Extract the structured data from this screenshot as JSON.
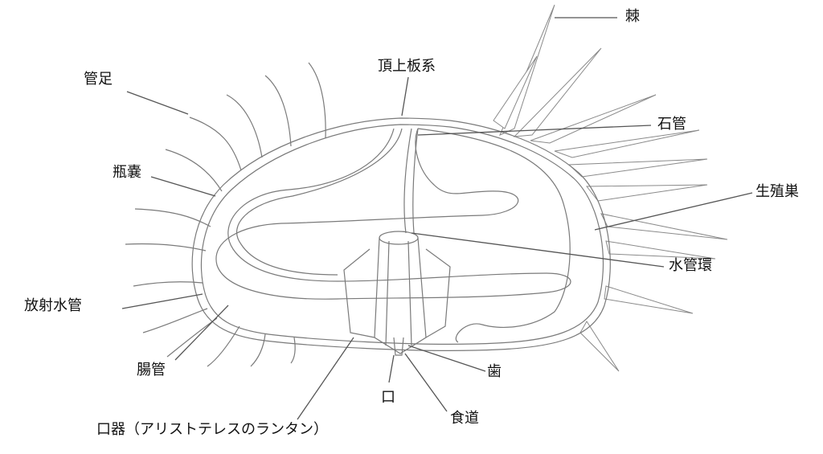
{
  "labels": {
    "spine": "棘",
    "apical_system": "頂上板系",
    "tube_feet": "管足",
    "madreporite": "石管",
    "ampulla": "瓶嚢",
    "gonad": "生殖巣",
    "ring_canal": "水管環",
    "radial_canal": "放射水管",
    "intestine": "腸管",
    "teeth": "歯",
    "mouth": "口",
    "esophagus": "食道",
    "aristotles_lantern": "口器（アリストテレスのランタン）"
  }
}
